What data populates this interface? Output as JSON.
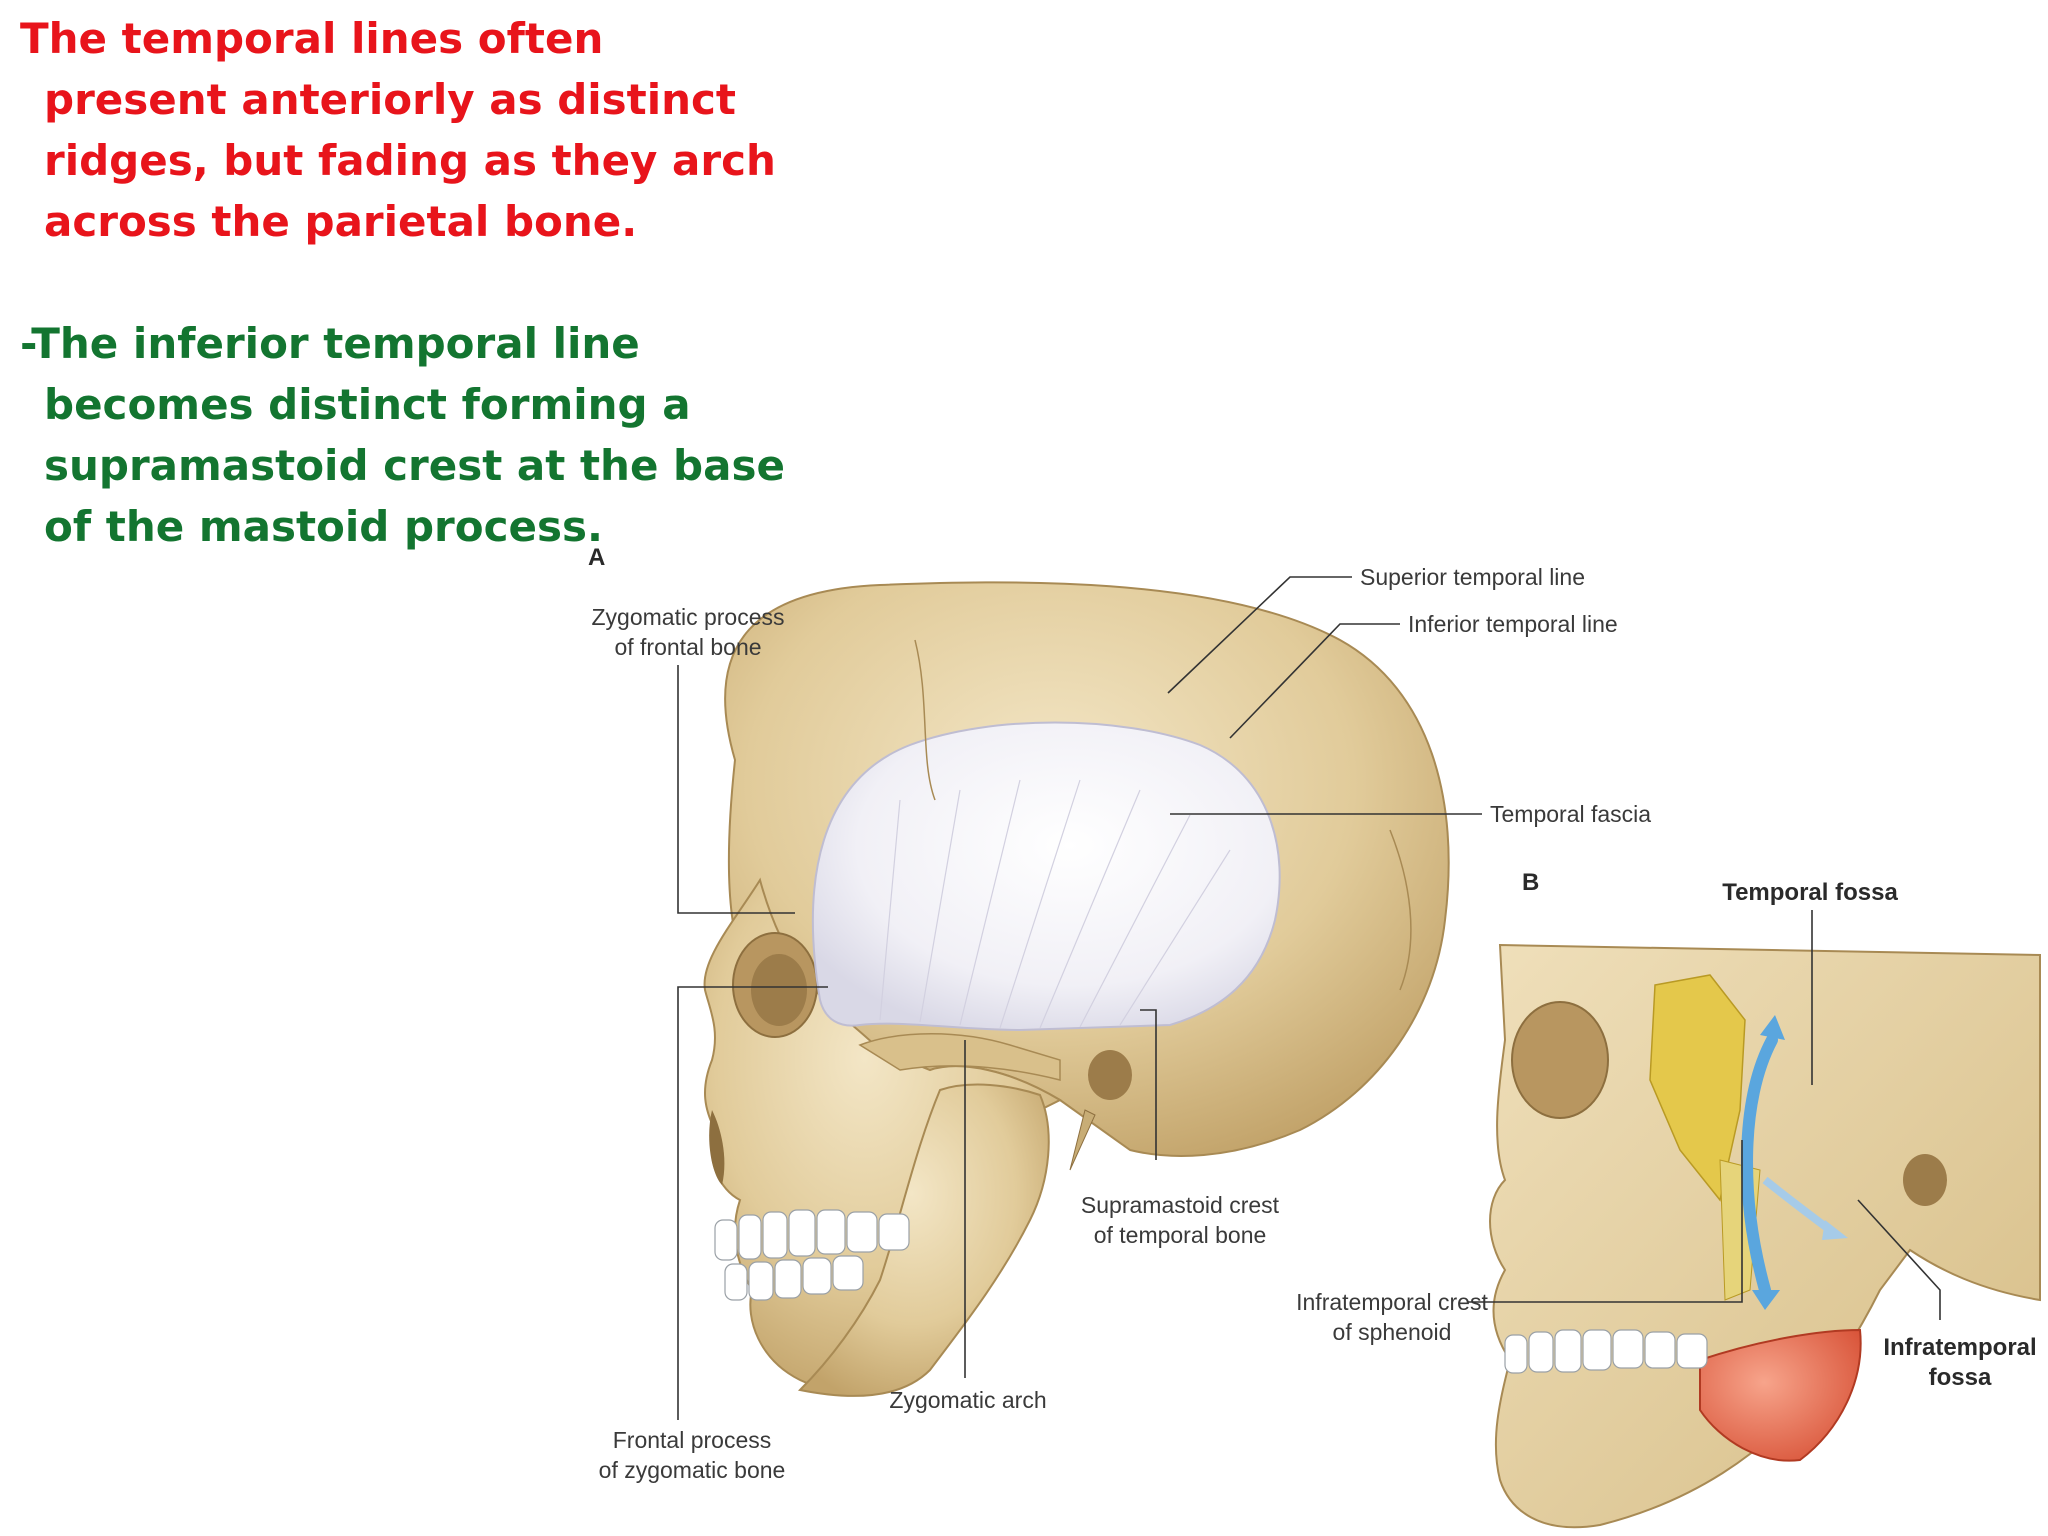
{
  "notes": {
    "red_lines": [
      "The temporal lines often",
      "present anteriorly as distinct",
      "ridges, but fading as they arch",
      "across the parietal bone."
    ],
    "green_lines": [
      "-The inferior temporal line",
      "becomes distinct forming a",
      "supramastoid crest at the base",
      "of the mastoid process."
    ],
    "colors": {
      "red": "#e8141b",
      "green": "#137530"
    }
  },
  "figure_a": {
    "panel_label": "A",
    "labels": {
      "zygomatic_process_1": "Zygomatic process",
      "zygomatic_process_2": "of frontal bone",
      "superior_temporal_line": "Superior temporal line",
      "inferior_temporal_line": "Inferior temporal line",
      "temporal_fascia": "Temporal fascia",
      "supramastoid_1": "Supramastoid crest",
      "supramastoid_2": "of temporal bone",
      "zygomatic_arch": "Zygomatic arch",
      "frontal_process_1": "Frontal process",
      "frontal_process_2": "of zygomatic bone"
    }
  },
  "figure_b": {
    "panel_label": "B",
    "labels": {
      "temporal_fossa": "Temporal fossa",
      "infratemporal_crest_1": "Infratemporal crest",
      "infratemporal_crest_2": "of sphenoid",
      "infratemporal_fossa_1": "Infratemporal",
      "infratemporal_fossa_2": "fossa"
    }
  }
}
